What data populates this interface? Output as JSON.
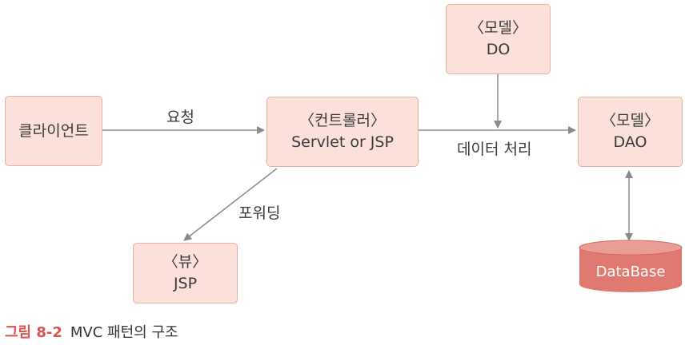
{
  "client": {
    "label": "클라이언트"
  },
  "controller": {
    "title": "〈컨트롤러〉",
    "subtitle": "Servlet or JSP"
  },
  "model_do": {
    "title": "〈모델〉",
    "subtitle": "DO"
  },
  "model_dao": {
    "title": "〈모델〉",
    "subtitle": "DAO"
  },
  "view": {
    "title": "〈뷰〉",
    "subtitle": "JSP"
  },
  "database": {
    "label": "DataBase"
  },
  "edges": {
    "request": "요청",
    "forwarding": "포워딩",
    "data_processing": "데이터 처리"
  },
  "caption": {
    "figure": "그림 8-2",
    "text": "MVC 패턴의 구조"
  },
  "colors": {
    "box_fill": "#fbe1da",
    "box_border": "#e9aea2",
    "arrow": "#8a8a8a",
    "db_fill": "#e07a70",
    "caption_accent": "#d9534f"
  }
}
